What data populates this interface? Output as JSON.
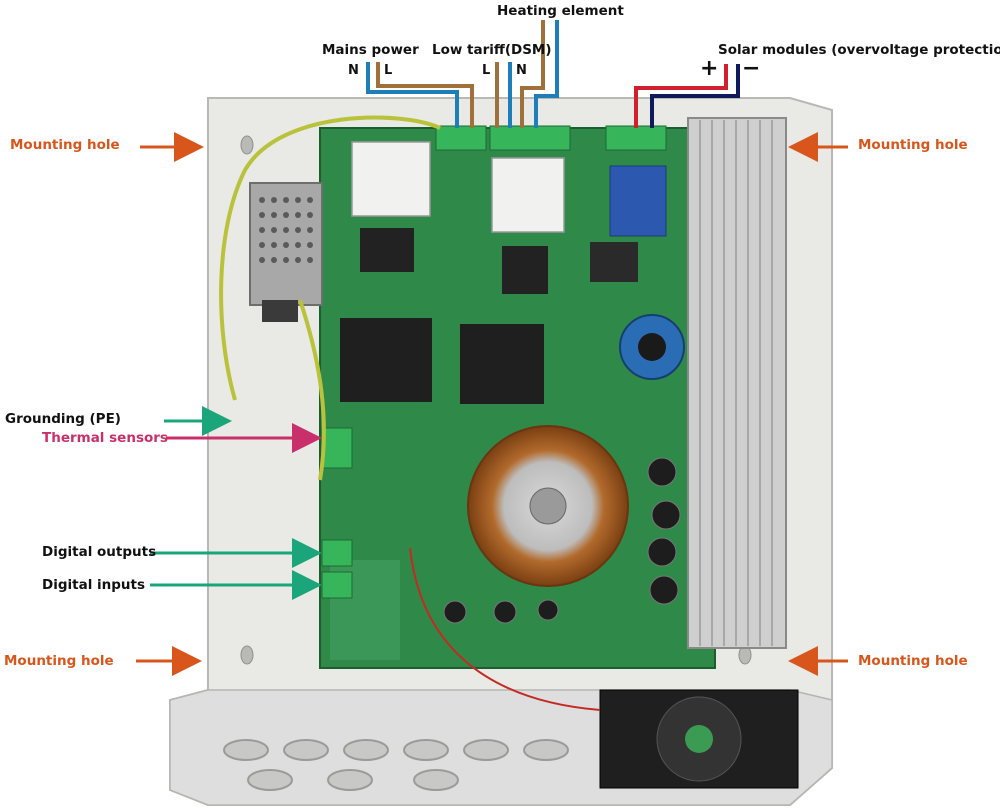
{
  "labels": {
    "heating_element": "Heating element",
    "mains_power": "Mains power",
    "low_tariff": "Low tariff(DSM)",
    "solar_modules": "Solar modules (overvoltage protection)",
    "mounting_hole_tl": "Mounting hole",
    "mounting_hole_tr": "Mounting hole",
    "mounting_hole_bl": "Mounting hole",
    "mounting_hole_br": "Mounting hole",
    "grounding": "Grounding (PE)",
    "thermal_sensors": "Thermal sensors",
    "digital_outputs": "Digital outputs",
    "digital_inputs": "Digital inputs"
  },
  "wire_letters": {
    "mains_n": "N",
    "mains_l": "L",
    "dsm_l": "L",
    "dsm_n": "N",
    "solar_plus": "+",
    "solar_minus": "−"
  },
  "colors": {
    "mounting_arrow": "#d8561c",
    "io_arrow": "#1aa57a",
    "thermal_arrow": "#c9306b",
    "wire_blue": "#1e7fb8",
    "wire_brown": "#a0703a",
    "wire_red": "#d21f2e",
    "wire_navy": "#0f1a5a",
    "pcb_green": "#2f8a4a"
  }
}
